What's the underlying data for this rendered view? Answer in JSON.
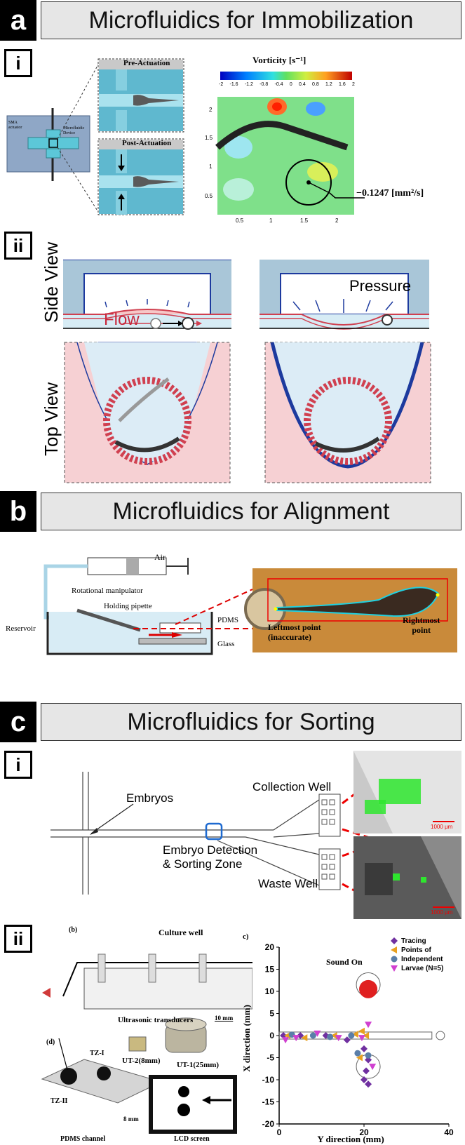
{
  "sections": {
    "a": {
      "letter": "a",
      "title": "Microfluidics for Immobilization"
    },
    "b": {
      "letter": "b",
      "title": "Microfluidics for Alignment"
    },
    "c": {
      "letter": "c",
      "title": "Microfluidics for Sorting"
    }
  },
  "panel_a_i": {
    "label": "i",
    "pre_actuation": "Pre-Actuation",
    "post_actuation": "Post-Actuation",
    "sma_actuator": "SMA actuator",
    "microfluidic_device": "Microfluidic Device",
    "vorticity_title": "Vorticity [s⁻¹]",
    "colorbar_ticks": [
      "-2",
      "-1.6",
      "-1.2",
      "-0.8",
      "-0.4",
      "0",
      "0.4",
      "0.8",
      "1.2",
      "1.6",
      "2"
    ],
    "y_ticks": [
      "2",
      "1.5",
      "1",
      "0.5"
    ],
    "x_ticks": [
      "0.5",
      "1",
      "1.5",
      "2"
    ],
    "circulation": "−0.1247 [mm²/s]"
  },
  "panel_a_ii": {
    "label": "ii",
    "side_view": "Side View",
    "top_view": "Top View",
    "flow": "Flow",
    "pressure": "Pressure"
  },
  "panel_b": {
    "air": "Air",
    "rotational_manipulator": "Rotational manipulator",
    "holding_pipette": "Holding pipette",
    "reservoir": "Reservoir",
    "pdms": "PDMS",
    "glass": "Glass",
    "leftmost_point": "Leftmost point\n(inaccurate)",
    "rightmost_point": "Rightmost\npoint"
  },
  "panel_c_i": {
    "label": "i",
    "embryos": "Embryos",
    "collection_well": "Collection Well",
    "detection_zone_1": "Embryo Detection",
    "detection_zone_2": "& Sorting Zone",
    "waste_well": "Waste Well",
    "scale_1": "1000 µm",
    "scale_2": "1000 µm"
  },
  "panel_c_ii": {
    "label": "ii",
    "sub_b": "(b)",
    "culture_well": "Culture well",
    "ultrasonic_transducers": "Ultrasonic transducers",
    "scale_10mm": "10 mm",
    "ut1": "UT-1(25mm)",
    "ut2": "UT-2(8mm)",
    "sub_d": "(d)",
    "tz1": "TZ-I",
    "tz2": "TZ-II",
    "scale_8mm": "8 mm",
    "pdms_channel": "PDMS channel",
    "lcd_screen": "LCD screen"
  },
  "chart_data": {
    "type": "scatter",
    "panel_label": "c)",
    "annotation": "Sound On",
    "xlabel": "Y direction  (mm)",
    "ylabel": "X direction (mm)",
    "xlim": [
      0,
      40
    ],
    "ylim": [
      -20,
      20
    ],
    "x_ticks": [
      "0",
      "20",
      "40"
    ],
    "y_ticks": [
      "20",
      "15",
      "10",
      "5",
      "0",
      "-5",
      "-10",
      "-15",
      "-20"
    ],
    "legend": [
      "Tracing",
      "Points of",
      "Independent",
      "Larvae (N=5)"
    ],
    "series": [
      {
        "name": "Tracing",
        "color": "#7030a0",
        "points": [
          [
            1,
            0
          ],
          [
            5,
            0
          ],
          [
            11,
            0
          ],
          [
            16,
            -1
          ],
          [
            20,
            -3
          ],
          [
            21,
            -5.5
          ],
          [
            20.5,
            -8
          ],
          [
            20,
            -10
          ],
          [
            21,
            -11
          ]
        ]
      },
      {
        "name": "Points of",
        "color": "#e8a020",
        "points": [
          [
            2,
            0
          ],
          [
            6,
            -0.5
          ],
          [
            13,
            0
          ],
          [
            18,
            0.3
          ],
          [
            19.5,
            1
          ],
          [
            20.5,
            0
          ],
          [
            19,
            -5
          ]
        ]
      },
      {
        "name": "Independent",
        "color": "#5a7ea8",
        "points": [
          [
            3,
            0.2
          ],
          [
            8,
            0
          ],
          [
            12,
            -0.3
          ],
          [
            17,
            0
          ],
          [
            18.5,
            -4
          ],
          [
            21,
            -4.5
          ]
        ]
      },
      {
        "name": "Larvae (N=5)",
        "color": "#d040d0",
        "points": [
          [
            1.5,
            -1
          ],
          [
            4,
            -0.5
          ],
          [
            9,
            0.5
          ],
          [
            14,
            -0.5
          ],
          [
            19.5,
            -0.5
          ],
          [
            21,
            2.5
          ],
          [
            22,
            -7
          ]
        ]
      }
    ]
  }
}
